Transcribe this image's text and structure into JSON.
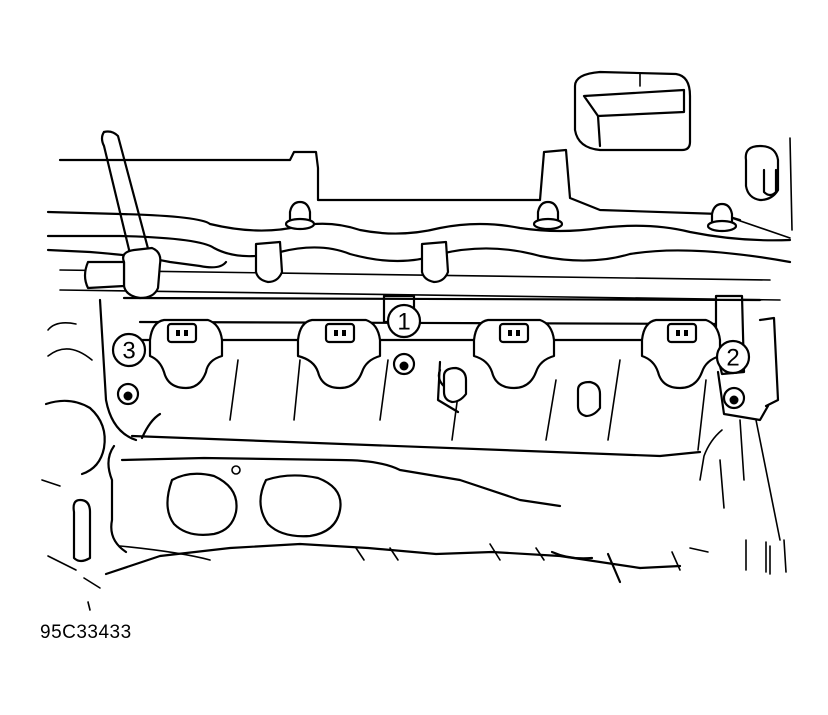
{
  "figure_id": "95C33433",
  "callouts": [
    {
      "label": "1"
    },
    {
      "label": "2"
    },
    {
      "label": "3"
    }
  ],
  "colors": {
    "ink": "#000000",
    "paper": "#ffffff"
  }
}
